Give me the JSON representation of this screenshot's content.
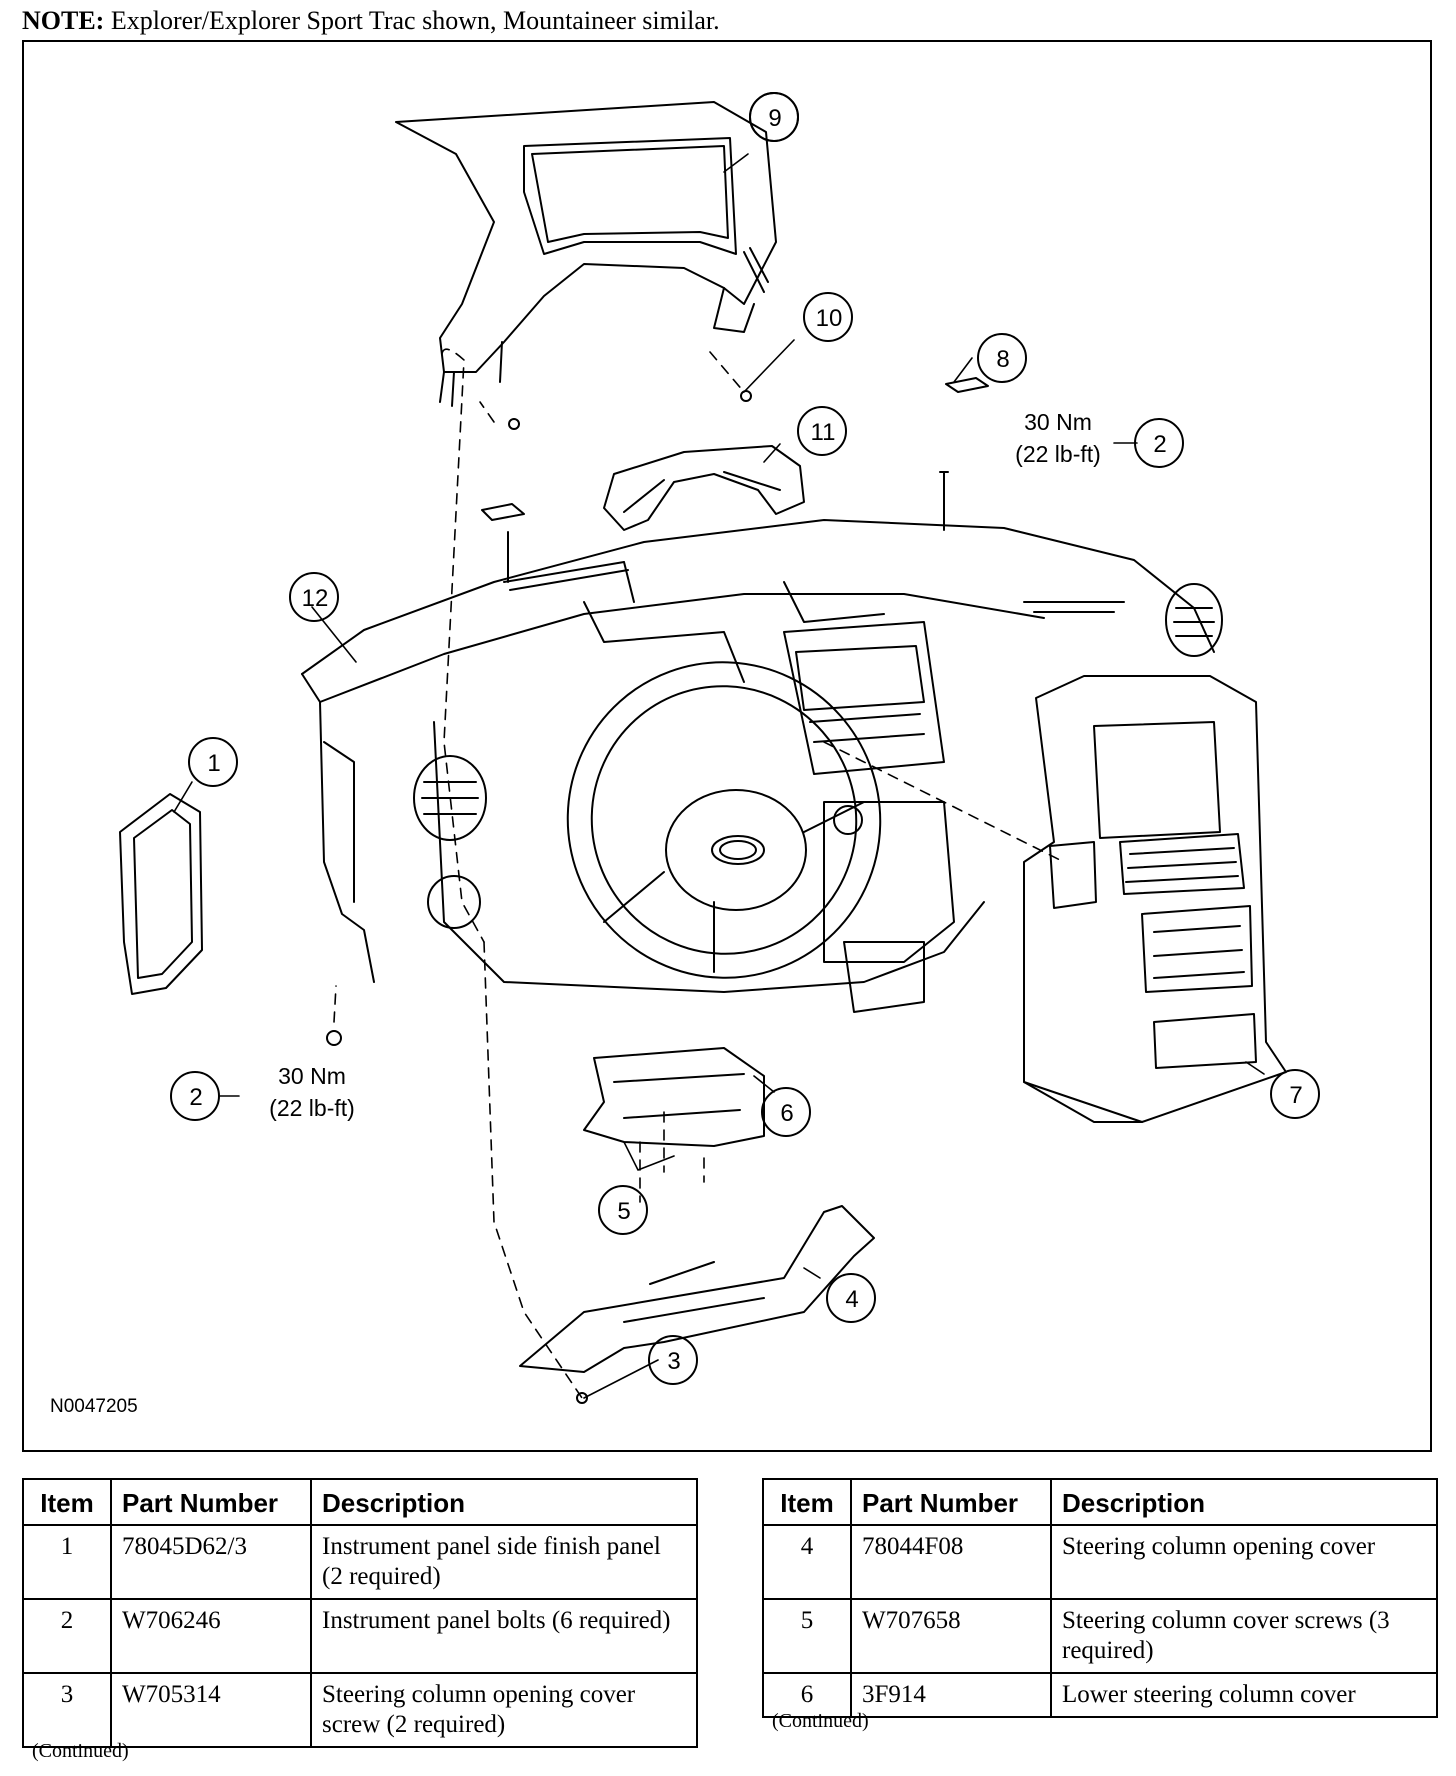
{
  "note": {
    "label": "NOTE:",
    "text": "Explorer/Explorer Sport Trac shown, Mountaineer similar."
  },
  "figure": {
    "id": "N0047205",
    "callouts": [
      "1",
      "2",
      "2",
      "3",
      "4",
      "5",
      "6",
      "7",
      "8",
      "9",
      "10",
      "11",
      "12"
    ],
    "torque": [
      {
        "nm": "30 Nm",
        "lbft": "(22 lb-ft)"
      },
      {
        "nm": "30 Nm",
        "lbft": "(22 lb-ft)"
      }
    ]
  },
  "tables": {
    "headers": {
      "item": "Item",
      "part": "Part Number",
      "desc": "Description"
    },
    "left": [
      {
        "item": "1",
        "part": "78045D62/3",
        "desc": "Instrument panel side finish panel (2 required)"
      },
      {
        "item": "2",
        "part": "W706246",
        "desc": "Instrument panel bolts (6 required)"
      },
      {
        "item": "3",
        "part": "W705314",
        "desc": "Steering column opening cover screw (2 required)"
      }
    ],
    "right": [
      {
        "item": "4",
        "part": "78044F08",
        "desc": "Steering column opening cover"
      },
      {
        "item": "5",
        "part": "W707658",
        "desc": "Steering column cover screws (3 required)"
      },
      {
        "item": "6",
        "part": "3F914",
        "desc": "Lower steering column cover"
      }
    ],
    "continued": "(Continued)"
  }
}
